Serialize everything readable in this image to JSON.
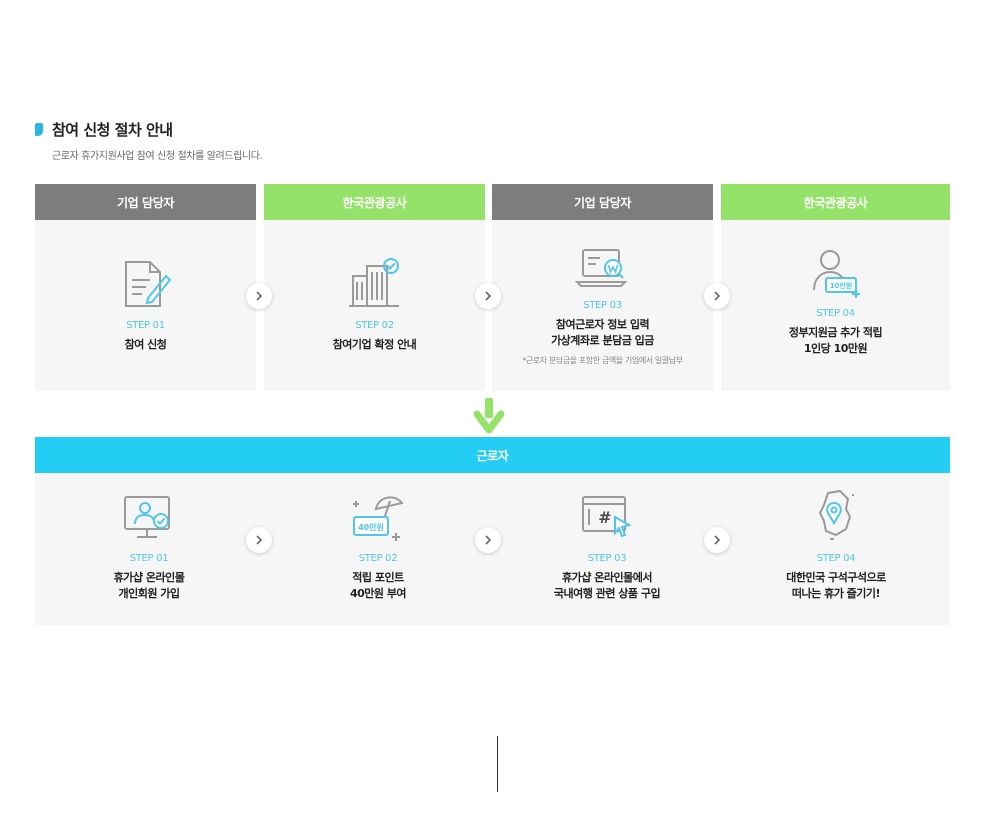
{
  "section": {
    "title": "참여 신청 절차 안내",
    "subtitle": "근로자 휴가지원사업 참여 신청 절차를 알려드립니다."
  },
  "top_steps": [
    {
      "role": "기업 담당자",
      "step": "STEP 01",
      "desc_lines": [
        "참여 신청"
      ],
      "icon": "document-pen-icon"
    },
    {
      "role": "한국관광공사",
      "step": "STEP 02",
      "desc_lines": [
        "참여기업 확정 안내"
      ],
      "icon": "building-check-icon"
    },
    {
      "role": "기업 담당자",
      "step": "STEP 03",
      "desc_lines": [
        "참여근로자 정보 입력",
        "가상계좌로 분담금 입금"
      ],
      "note": "*근로자 분담금을 포함한 금액을 기업에서 일괄납부",
      "icon": "laptop-won-icon"
    },
    {
      "role": "한국관광공사",
      "step": "STEP 04",
      "desc_lines": [
        "정부지원금 추가 적립",
        "1인당 10만원"
      ],
      "badge": "10만원",
      "icon": "person-money-icon"
    }
  ],
  "bottom": {
    "banner": "근로자",
    "steps": [
      {
        "step": "STEP 01",
        "desc_lines": [
          "휴가샵 온라인몰",
          "개인회원 가입"
        ],
        "icon": "monitor-user-check-icon"
      },
      {
        "step": "STEP 02",
        "desc_lines": [
          "적립 포인트",
          "40만원 부여"
        ],
        "badge": "40만원",
        "icon": "umbrella-points-icon"
      },
      {
        "step": "STEP 03",
        "desc_lines": [
          "휴가샵 온라인몰에서",
          "국내여행 관련 상품 구입"
        ],
        "icon": "browser-hashtag-cursor-icon"
      },
      {
        "step": "STEP 04",
        "desc_lines": [
          "대한민국 구석구석으로",
          "떠나는 휴가 즐기기!"
        ],
        "icon": "korea-map-pin-icon"
      }
    ]
  },
  "colors": {
    "accent_blue": "#23cdf3",
    "step_blue": "#4fc6ea",
    "green": "#95e26a",
    "gray_header": "#7d7d7d",
    "icon_gray": "#9a9a9a"
  }
}
